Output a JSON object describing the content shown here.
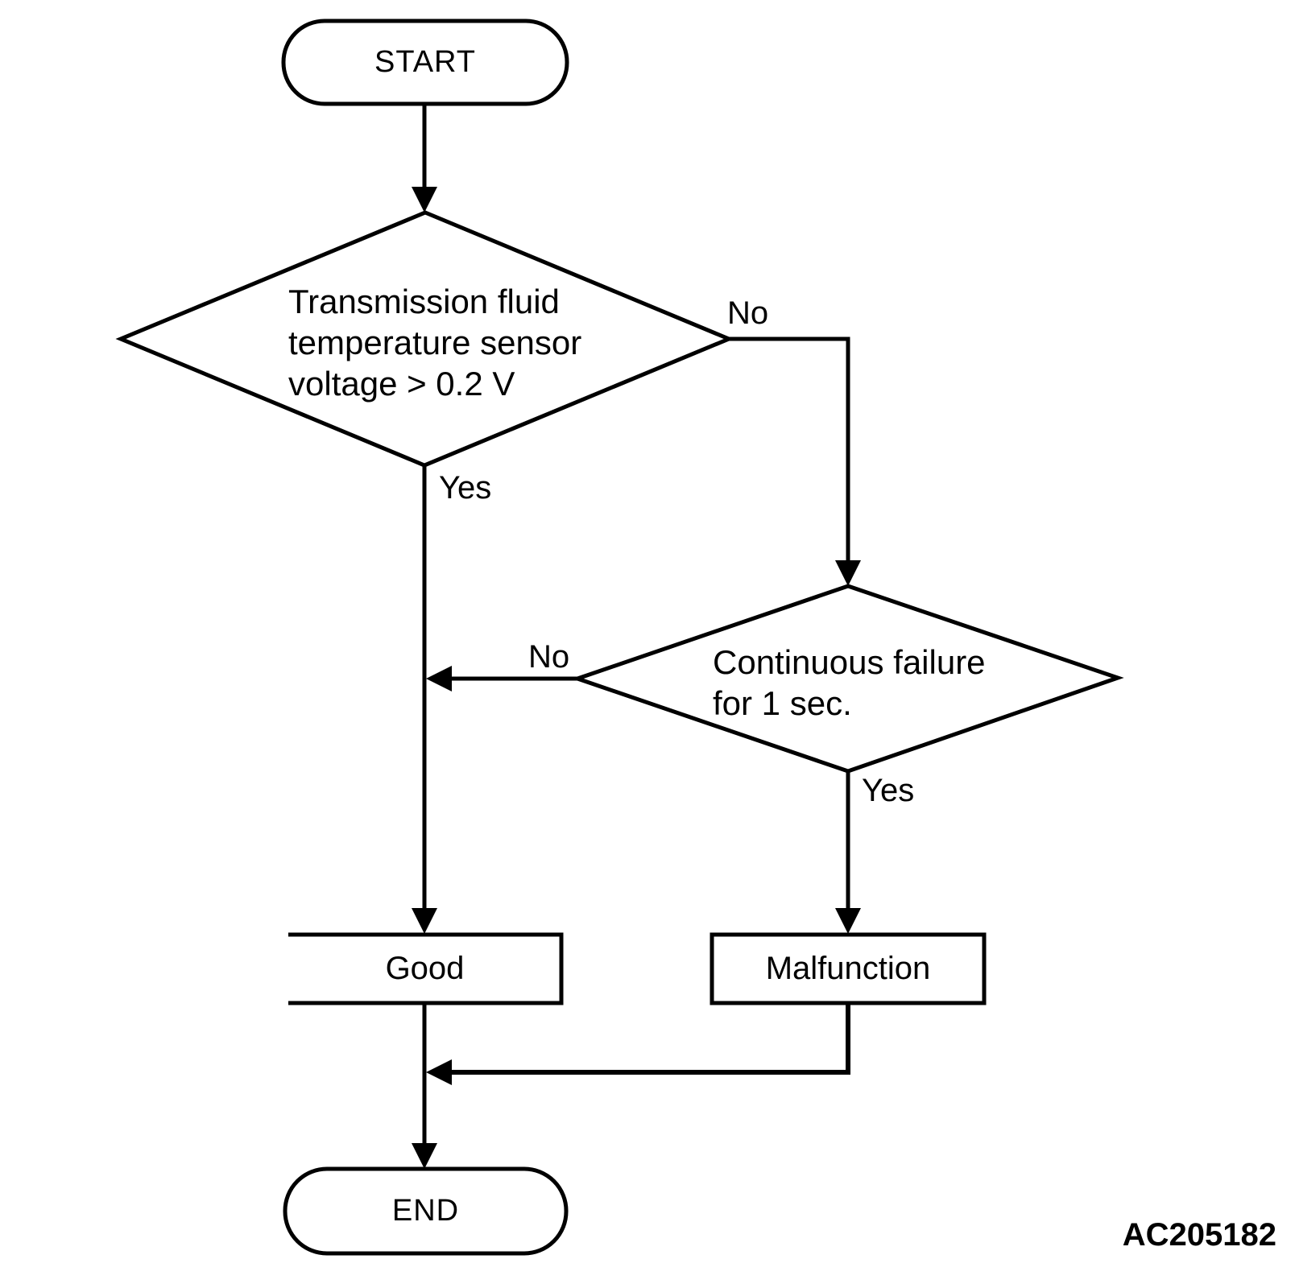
{
  "diagram": {
    "figure_id": "AC205182",
    "nodes": {
      "start": {
        "type": "terminator",
        "label": "START"
      },
      "decision_voltage": {
        "type": "decision",
        "lines": [
          "Transmission fluid",
          "temperature sensor",
          "voltage > 0.2 V"
        ]
      },
      "decision_continuous": {
        "type": "decision",
        "lines": [
          "Continuous failure",
          "for 1 sec."
        ]
      },
      "good": {
        "type": "process",
        "label": "Good"
      },
      "malfunction": {
        "type": "process",
        "label": "Malfunction"
      },
      "end": {
        "type": "terminator",
        "label": "END"
      }
    },
    "edge_labels": {
      "voltage_no": "No",
      "voltage_yes": "Yes",
      "continuous_no": "No",
      "continuous_yes": "Yes"
    },
    "colors": {
      "stroke": "#000000",
      "background": "#ffffff",
      "text": "#000000"
    }
  }
}
